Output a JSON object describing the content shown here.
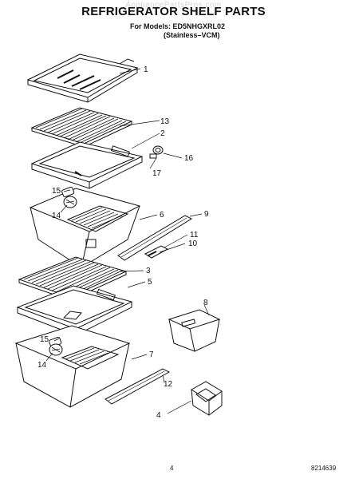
{
  "header": {
    "watermark": "AppliancePartsPros.com",
    "title": "REFRIGERATOR SHELF PARTS",
    "models_line": "For Models: ED5NHGXRL02",
    "variant_line": "(Stainless–VCM)"
  },
  "callouts": [
    "1",
    "13",
    "2",
    "16",
    "17",
    "15",
    "14",
    "6",
    "9",
    "11",
    "10",
    "3",
    "5",
    "8",
    "15",
    "14",
    "7",
    "12",
    "4"
  ],
  "footer": {
    "page_number": "4",
    "document_number": "8214639"
  }
}
